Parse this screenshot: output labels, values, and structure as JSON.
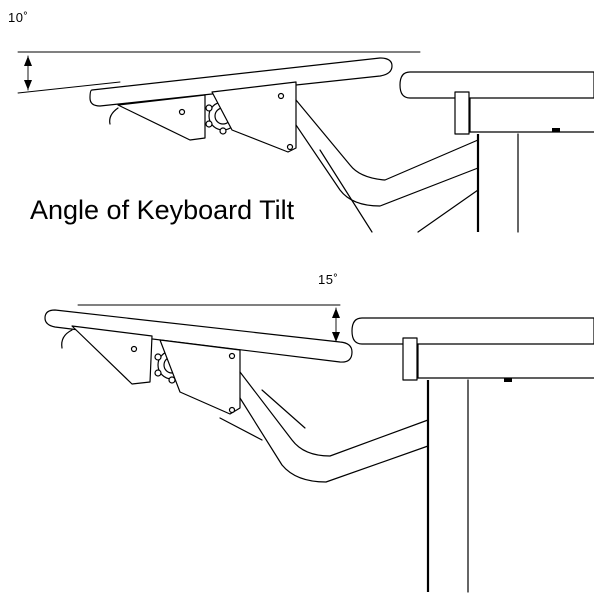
{
  "diagram": {
    "caption": "Angle of Keyboard Tilt",
    "top_angle_label": "10˚",
    "bottom_angle_label": "15˚"
  }
}
